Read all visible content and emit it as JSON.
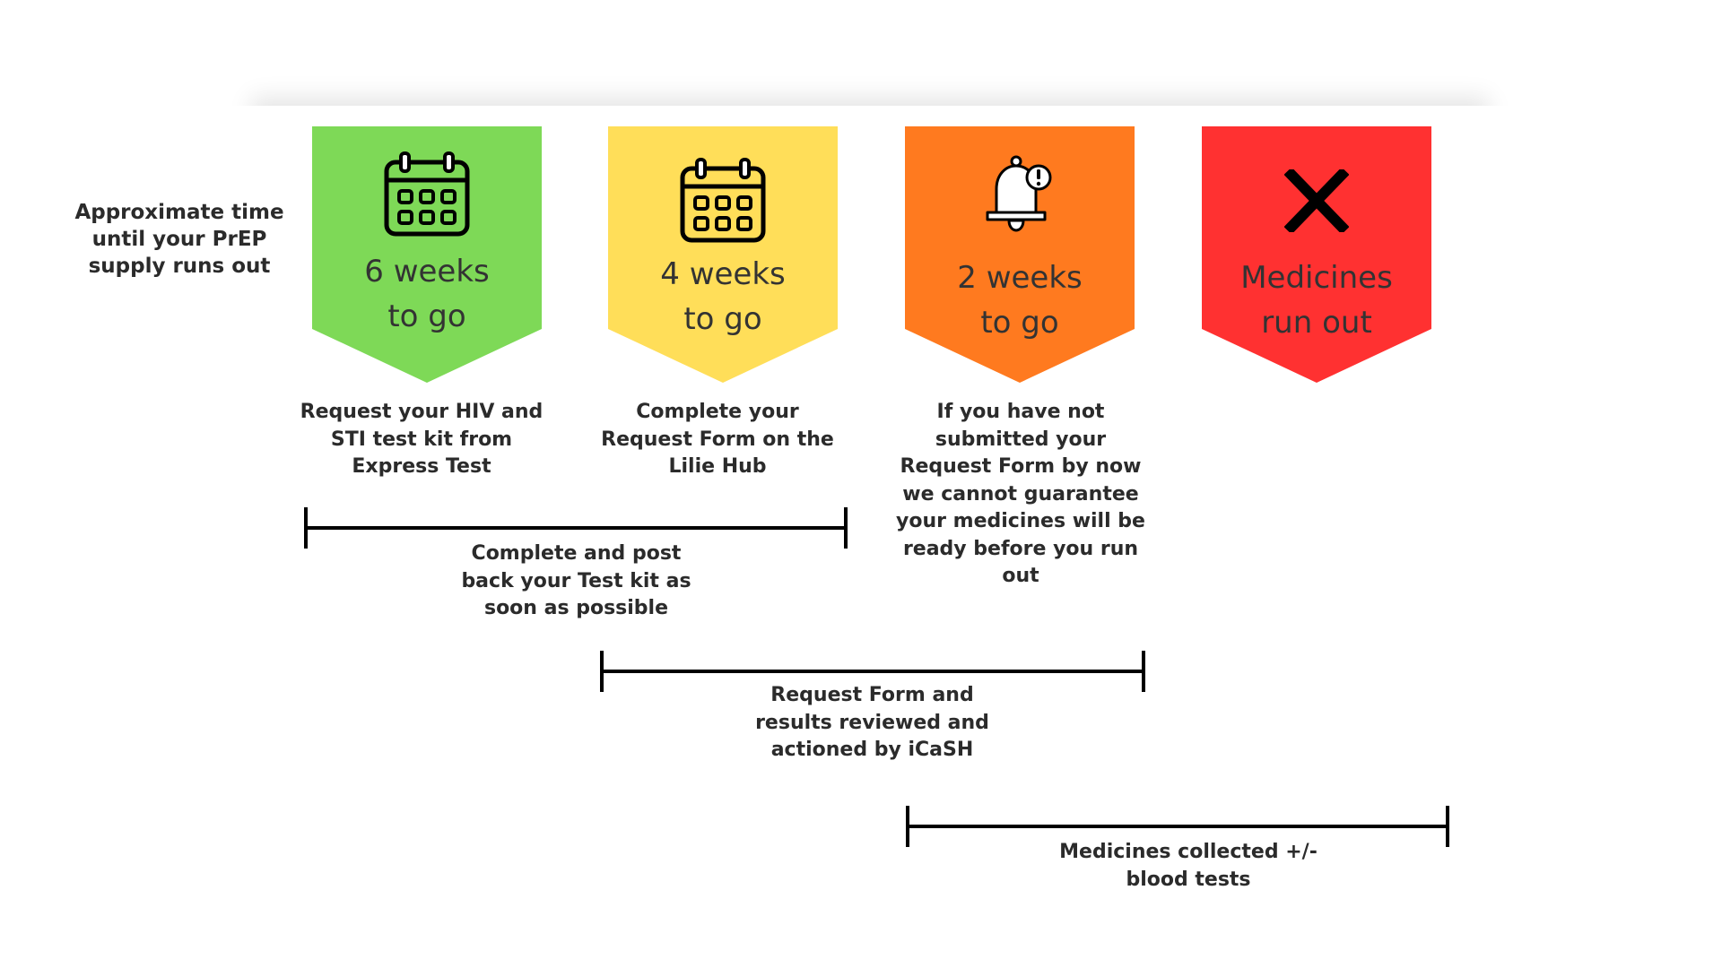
{
  "side_label": "Approximate time until your PrEP supply runs out",
  "banners": [
    {
      "title_line1": "6 weeks",
      "title_line2": "to go",
      "icon": "calendar-icon",
      "color": "#7ED957"
    },
    {
      "title_line1": "4 weeks",
      "title_line2": "to go",
      "icon": "calendar-icon",
      "color": "#FFDE59"
    },
    {
      "title_line1": "2 weeks",
      "title_line2": "to go",
      "icon": "bell-alert-icon",
      "color": "#FF7A1F"
    },
    {
      "title_line1": "Medicines",
      "title_line2": "run out",
      "icon": "x-icon",
      "color": "#FF3131"
    }
  ],
  "descriptions": [
    "Request your HIV and STI test kit from Express Test",
    "Complete your Request Form on the Lilie Hub",
    "If you have not submitted your Request Form by now we cannot guarantee your medicines will be ready before you run out"
  ],
  "ranges": [
    {
      "label": "Complete and post back your Test kit as soon as possible"
    },
    {
      "label": "Request Form and results reviewed and actioned by iCaSH"
    },
    {
      "label": "Medicines collected +/- blood tests"
    }
  ]
}
